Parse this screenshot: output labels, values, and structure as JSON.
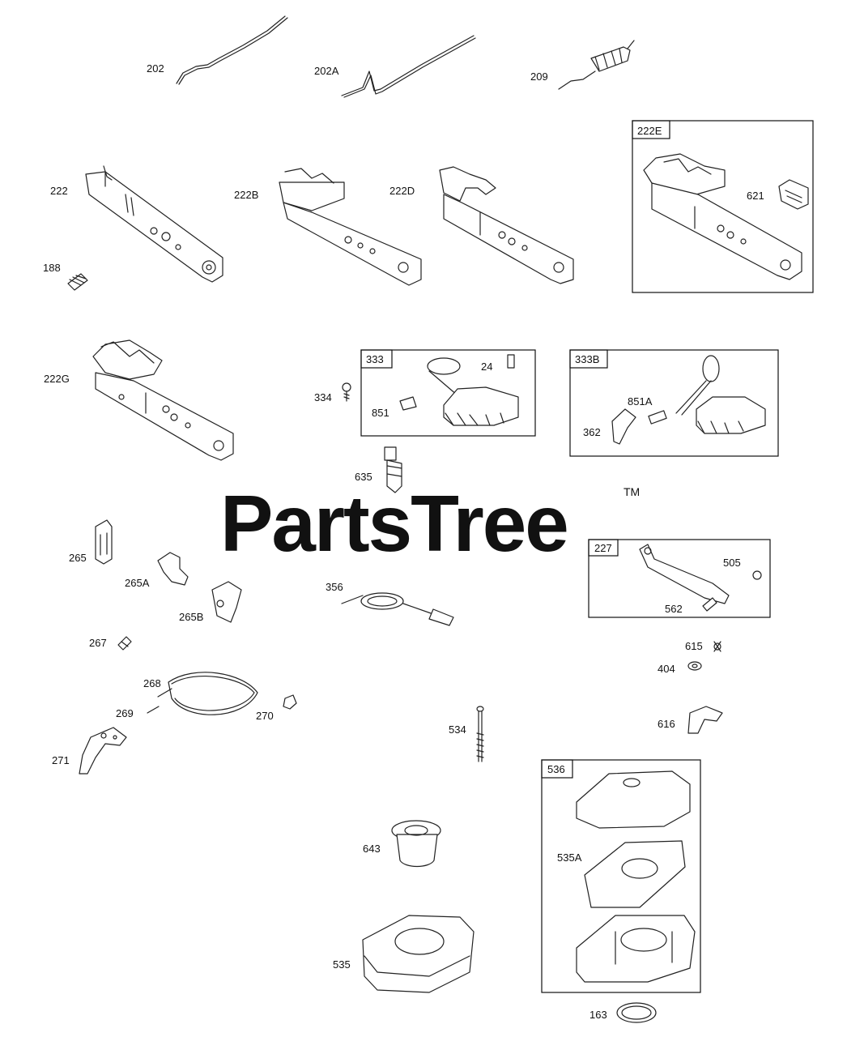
{
  "watermark": {
    "text": "PartsTree",
    "trademark": "TM"
  },
  "parts": {
    "202": "202",
    "202A": "202A",
    "209": "209",
    "222": "222",
    "222B": "222B",
    "222D": "222D",
    "188": "188",
    "222E": "222E",
    "621": "621",
    "222G": "222G",
    "333": "333",
    "24": "24",
    "851": "851",
    "334": "334",
    "635": "635",
    "333B": "333B",
    "851A": "851A",
    "362": "362",
    "265": "265",
    "265A": "265A",
    "265B": "265B",
    "267": "267",
    "268": "268",
    "269": "269",
    "270": "270",
    "271": "271",
    "356": "356",
    "227": "227",
    "505": "505",
    "562": "562",
    "615": "615",
    "404": "404",
    "616": "616",
    "534": "534",
    "643": "643",
    "535": "535",
    "536": "536",
    "535A": "535A",
    "163": "163"
  }
}
